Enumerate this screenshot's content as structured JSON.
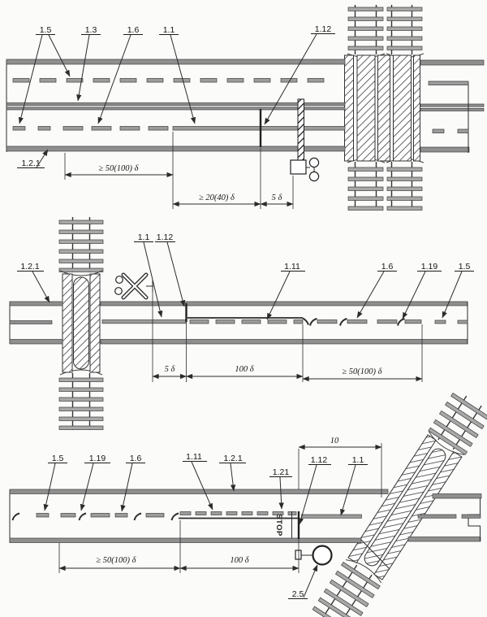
{
  "colors": {
    "paper": "#fbfbf9",
    "ink": "#232323",
    "road_gray": "#8f8f8f"
  },
  "p1": {
    "callouts": {
      "m15": "1.5",
      "m13": "1.3",
      "m16": "1.6",
      "m11": "1.1",
      "m112": "1.12",
      "m121": "1.2.1"
    },
    "dims": {
      "d50": "≥ 50(100) δ",
      "d20": "≥ 20(40) δ",
      "d5": "5 δ"
    }
  },
  "p2": {
    "callouts": {
      "m121": "1.2.1",
      "m11": "1.1",
      "m112": "1.12",
      "m111": "1.11",
      "m16": "1.6",
      "m119": "1.19",
      "m15": "1.5"
    },
    "dims": {
      "d5": "5 δ",
      "d100": "100 δ",
      "d50": "≥ 50(100) δ"
    }
  },
  "p3": {
    "callouts": {
      "m15": "1.5",
      "m119": "1.19",
      "m16": "1.6",
      "m111": "1.11",
      "m121": "1.2.1",
      "m21": "1.21",
      "m112": "1.12",
      "m11": "1.1",
      "s25": "2.5"
    },
    "dims": {
      "d10": "10",
      "d50": "≥ 50(100) δ",
      "d100": "100 δ"
    },
    "stop_word": "STOP"
  }
}
